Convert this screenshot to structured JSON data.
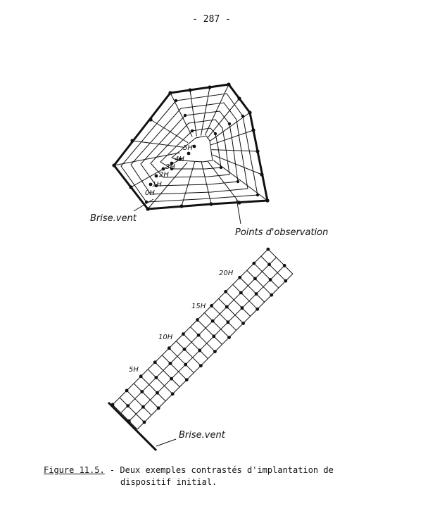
{
  "page_number": "- 287 -",
  "top_diagram": {
    "contour_labels": [
      "5H",
      "4H",
      "3H",
      "2H",
      "1H",
      "0H"
    ],
    "windbreak_label": "Brise.vent",
    "observation_label": "Points d'observation"
  },
  "bottom_diagram": {
    "distance_labels": [
      "20H",
      "15H",
      "10H",
      "5H"
    ],
    "windbreak_label": "Brise.vent"
  },
  "caption": {
    "label": "Figure 11.5.",
    "line1": " - Deux exemples contrastés d'implantation de",
    "line2": "dispositif initial."
  }
}
